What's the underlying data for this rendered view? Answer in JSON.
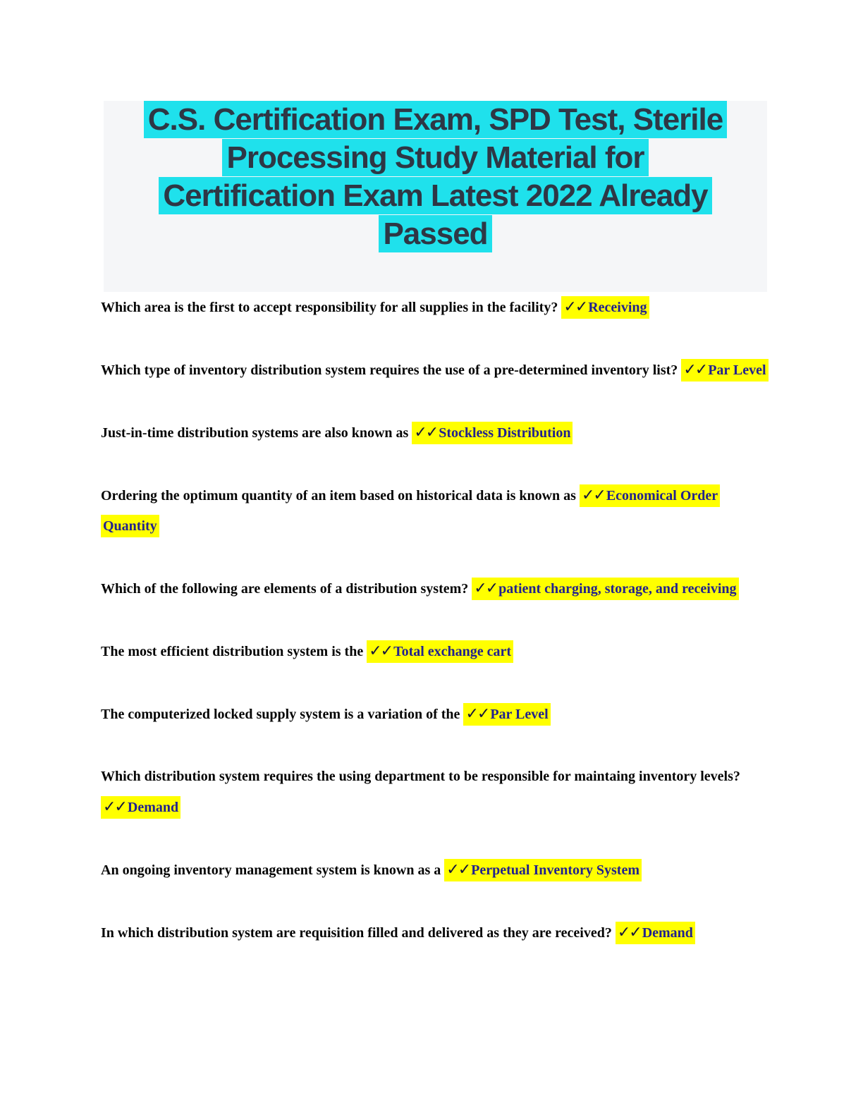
{
  "title": {
    "lines": [
      "C.S. Certification Exam, SPD Test, Sterile",
      "Processing Study Material for",
      "Certification Exam Latest 2022 Already",
      "Passed"
    ],
    "highlight_color": "#1fe1ec",
    "text_color": "#2e3745",
    "block_background": "#f5f6f8"
  },
  "qa": {
    "checkmark": "✓✓",
    "question_text_color": "#050505",
    "answer_highlight_color": "#ffff00",
    "answer_text_color": "#22228e",
    "checkmark_color": "#14143c",
    "items": [
      {
        "question": "Which area is the first to accept responsibility for all supplies in the facility? ",
        "answer": "Receiving"
      },
      {
        "question": "Which type of inventory distribution system requires the use of a pre-determined inventory list? ",
        "answer": "Par Level"
      },
      {
        "question": "Just-in-time distribution systems are also known as ",
        "answer": "Stockless Distribution"
      },
      {
        "question": "Ordering the optimum quantity of an item based on historical data is known as ",
        "answer": "Economical Order Quantity"
      },
      {
        "question": "Which of the following are elements of a distribution system? ",
        "answer": "patient charging, storage, and receiving"
      },
      {
        "question": "The most efficient distribution system is the ",
        "answer": "Total exchange cart"
      },
      {
        "question": "The computerized locked supply system is a variation of the ",
        "answer": "Par Level"
      },
      {
        "question": "Which distribution system requires the using department to be responsible for maintaing inventory levels? ",
        "answer": "Demand"
      },
      {
        "question": "An ongoing inventory management system is known as a ",
        "answer": "Perpetual Inventory System"
      },
      {
        "question": "In which distribution system are requisition filled and delivered as they are received? ",
        "answer": "Demand"
      }
    ]
  }
}
